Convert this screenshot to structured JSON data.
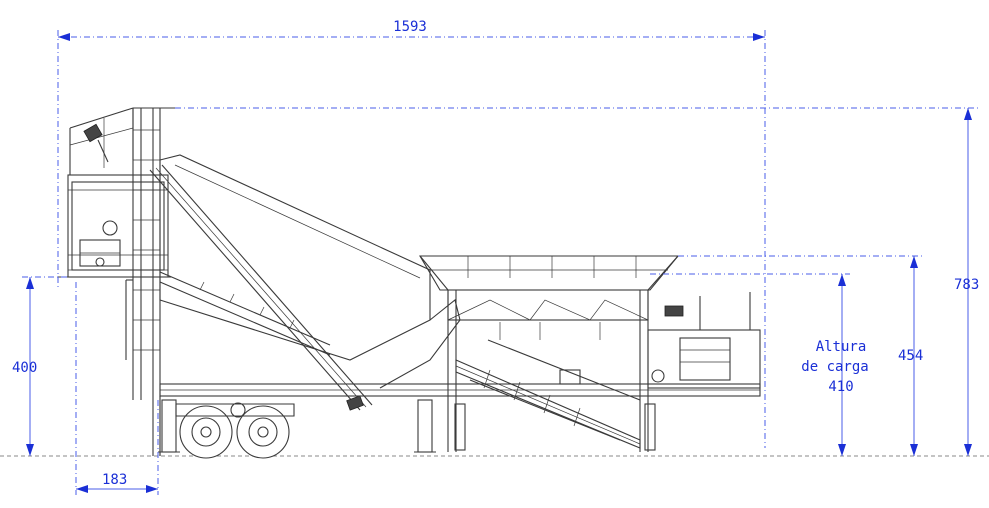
{
  "dimensions": {
    "total_length": "1593",
    "total_height": "783",
    "hopper_height": "454",
    "platform_height": "400",
    "rear_offset": "183",
    "loading_height_label_1": "Altura",
    "loading_height_label_2": "de carga",
    "loading_height_value": "410"
  },
  "colors": {
    "dimension": "#1a2fd6",
    "machine_line": "#3a3a3a"
  }
}
